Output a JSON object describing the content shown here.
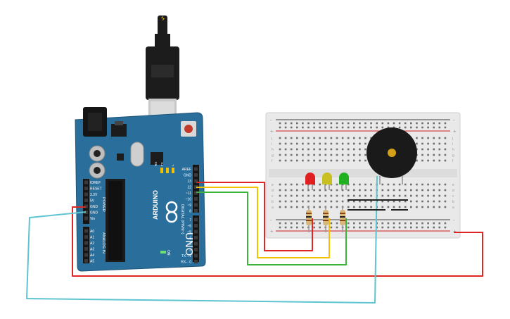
{
  "arduino": {
    "brand": "ARDUINO",
    "model": "UNO",
    "on_label": "ON",
    "power_label": "POWER",
    "analog_label": "ANALOG IN",
    "digital_label": "DIGITAL (PWM~)",
    "tx_label": "TX",
    "rx_label": "RX",
    "l_label": "L",
    "power_pins": [
      "IOREF",
      "RESET",
      "3.3V",
      "5V",
      "GND",
      "GND",
      "Vin"
    ],
    "analog_pins": [
      "A0",
      "A1",
      "A2",
      "A3",
      "A4",
      "A5"
    ],
    "digital_top": [
      "AREF",
      "GND",
      "13",
      "12",
      "~11",
      "~10",
      "~9",
      "8"
    ],
    "digital_bottom": [
      "7",
      "~6",
      "~5",
      "4",
      "~3",
      "2",
      "TX→1",
      "RX←0"
    ]
  },
  "breadboard": {
    "row_letters_top": [
      "j",
      "i",
      "h",
      "g",
      "f"
    ],
    "row_letters_bottom": [
      "e",
      "d",
      "c",
      "b",
      "a"
    ],
    "plus": "+",
    "minus": "-"
  },
  "components": {
    "leds": [
      {
        "color": "#e02020",
        "name": "red"
      },
      {
        "color": "#c8c020",
        "name": "yellow"
      },
      {
        "color": "#20b020",
        "name": "green"
      }
    ],
    "buzzer": {
      "color": "#1a1a1a"
    }
  },
  "wires": {
    "red": "#e02525",
    "yellow": "#f2c200",
    "green": "#3cb43c",
    "cyan": "#5ec4d0"
  },
  "colors": {
    "board": "#2a6e9b",
    "breadboard": "#e9e9e9"
  }
}
